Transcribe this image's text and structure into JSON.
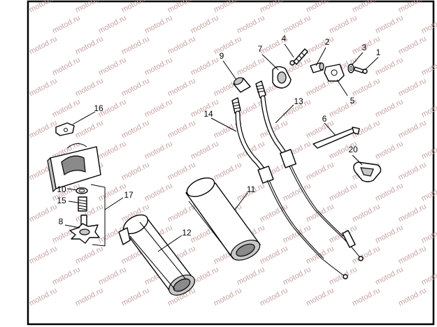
{
  "watermark": "motod.ru",
  "callouts": [
    "1",
    "2",
    "3",
    "4",
    "5",
    "6",
    "7",
    "8",
    "9",
    "10",
    "11",
    "12",
    "13",
    "14",
    "15",
    "16",
    "17",
    "20"
  ]
}
